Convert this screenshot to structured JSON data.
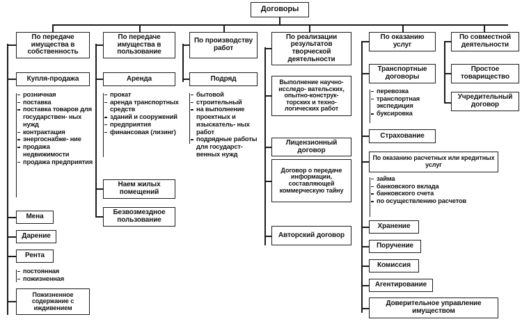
{
  "title": "Договоры",
  "root": {
    "label": "Договоры"
  },
  "columns": [
    {
      "id": "col-transfer-ownership",
      "header": "По передаче имущества в собственность",
      "nodes": [
        {
          "type": "box",
          "label": "Купля-продажа"
        },
        {
          "type": "list",
          "items": [
            "розничная",
            "поставка",
            "поставка товаров для государствен- ных нужд",
            "контрактация",
            "энергоснабже- ние",
            "продажа недвижимости",
            "продажа предприятия"
          ]
        },
        {
          "type": "box",
          "label": "Мена"
        },
        {
          "type": "box",
          "label": "Дарение"
        },
        {
          "type": "box",
          "label": "Рента"
        },
        {
          "type": "list",
          "items": [
            "постоянная",
            "пожизненная"
          ]
        },
        {
          "type": "box",
          "label": "Пожизненное содержание с иждивением"
        }
      ]
    },
    {
      "id": "col-transfer-use",
      "header": "По передаче имущества в пользование",
      "nodes": [
        {
          "type": "box",
          "label": "Аренда"
        },
        {
          "type": "list",
          "items": [
            "прокат",
            "аренда транспортных средств",
            "зданий и сооружений",
            "предприятия",
            "финансовая (лизинг)"
          ]
        },
        {
          "type": "box",
          "label": "Наем жилых помещений"
        },
        {
          "type": "box",
          "label": "Безвозмездное пользование"
        }
      ]
    },
    {
      "id": "col-production-works",
      "header": "По производству работ",
      "nodes": [
        {
          "type": "box",
          "label": "Подряд"
        },
        {
          "type": "list",
          "items": [
            "бытовой",
            "строительный",
            "на выполнение проектных и изыскатель- ных работ",
            "подрядные работы для государст- венных нужд"
          ]
        }
      ]
    },
    {
      "id": "col-creative-results",
      "header": "По реализации результатов творческой деятельности",
      "nodes": [
        {
          "type": "box",
          "label": "Выполнение научно-исследо- вательских, опытно-конструк- торских и техно- логических работ"
        },
        {
          "type": "box",
          "label": "Лицензионный договор"
        },
        {
          "type": "box",
          "label": "Договор о передаче информации, составляющей коммерческую тайну"
        },
        {
          "type": "box",
          "label": "Авторский договор"
        }
      ]
    },
    {
      "id": "col-services",
      "header": "По оказанию услуг",
      "nodes": [
        {
          "type": "box",
          "label": "Транспортные договоры"
        },
        {
          "type": "list",
          "items": [
            "перевозка",
            "транспортная экспедиция",
            "буксировка"
          ]
        },
        {
          "type": "box",
          "label": "Страхование"
        },
        {
          "type": "box",
          "label": "По оказанию расчетных или кредитных услуг"
        },
        {
          "type": "list",
          "items": [
            "займа",
            "банковского вклада",
            "банковского счета",
            "по осуществлению расчетов"
          ]
        },
        {
          "type": "box",
          "label": "Хранение"
        },
        {
          "type": "box",
          "label": "Поручение"
        },
        {
          "type": "box",
          "label": "Комиссия"
        },
        {
          "type": "box",
          "label": "Агентирование"
        },
        {
          "type": "box",
          "label": "Доверительное управление имуществом"
        }
      ]
    },
    {
      "id": "col-joint-activity",
      "header": "По совместной деятельности",
      "nodes": [
        {
          "type": "box",
          "label": "Простое товарищество"
        },
        {
          "type": "box",
          "label": "Учредительный договор"
        }
      ]
    }
  ],
  "colors": {
    "line": "#1a1a1a",
    "background": "#ffffff",
    "text": "#111111"
  }
}
